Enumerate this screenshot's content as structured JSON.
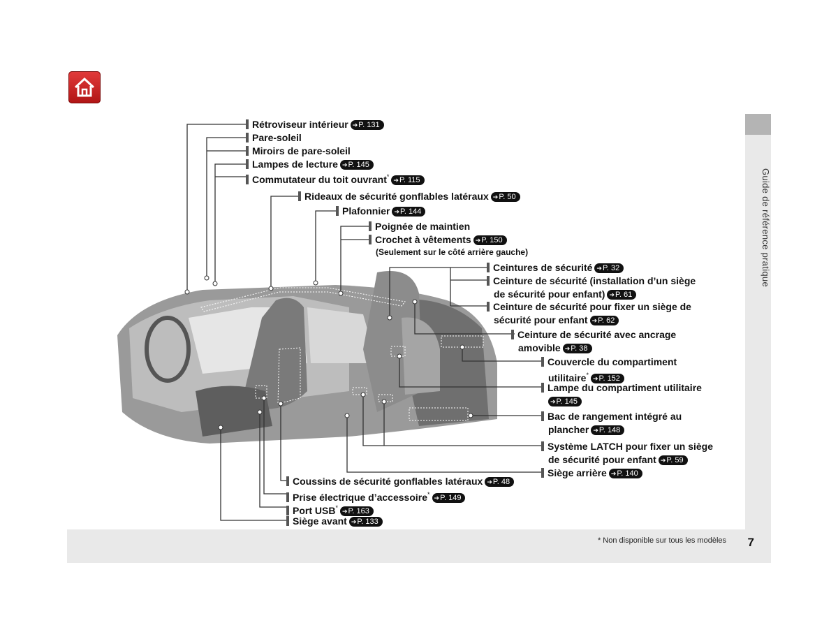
{
  "side_label": "Guide de référence pratique",
  "footnote": "* Non disponible sur tous les modèles",
  "page_number": "7",
  "arrow": "➔",
  "star": "*",
  "labels": {
    "retroviseur": {
      "text": "Rétroviseur intérieur",
      "ref": "P. 131"
    },
    "pare_soleil": {
      "text": "Pare-soleil"
    },
    "miroirs": {
      "text": "Miroirs de pare-soleil"
    },
    "lampes_lecture": {
      "text": "Lampes de lecture",
      "ref": "P. 145"
    },
    "toit_ouvrant": {
      "text": "Commutateur du toit ouvrant",
      "ref": "P. 115"
    },
    "rideaux": {
      "text": "Rideaux de sécurité gonflables latéraux",
      "ref": "P. 50"
    },
    "plafonnier": {
      "text": "Plafonnier",
      "ref": "P. 144"
    },
    "poignee": {
      "text": "Poignée de maintien"
    },
    "crochet": {
      "text": "Crochet à vêtements",
      "ref": "P. 150",
      "note": "(Seulement sur le côté arrière gauche)"
    },
    "ceintures": {
      "text": "Ceintures de sécurité",
      "ref": "P. 32"
    },
    "ceinture_install": {
      "line1": "Ceinture de sécurité (installation d’un siège",
      "line2": "de sécurité pour enfant)",
      "ref": "P. 61"
    },
    "ceinture_fixer": {
      "line1": "Ceinture de sécurité pour fixer un siège de",
      "line2": "sécurité pour enfant",
      "ref": "P. 62"
    },
    "ceinture_ancrage": {
      "line1": "Ceinture de sécurité avec ancrage",
      "line2": "amovible",
      "ref": "P. 38"
    },
    "couvercle": {
      "line1": "Couvercle du compartiment",
      "line2": "utilitaire",
      "ref": "P. 152"
    },
    "lampe_comp": {
      "line1": "Lampe du compartiment utilitaire",
      "ref": "P. 145"
    },
    "bac": {
      "line1": "Bac de rangement intégré au",
      "line2": "plancher",
      "ref": "P. 148"
    },
    "latch": {
      "line1": "Système LATCH pour fixer un siège",
      "line2": "de sécurité pour enfant",
      "ref": "P. 59"
    },
    "siege_arriere": {
      "text": "Siège arrière",
      "ref": "P. 140"
    },
    "coussins": {
      "text": "Coussins de sécurité gonflables latéraux",
      "ref": "P. 48"
    },
    "prise": {
      "text": "Prise électrique d’accessoire",
      "ref": "P. 149"
    },
    "usb": {
      "text": "Port USB",
      "ref": "P. 163"
    },
    "siege_avant": {
      "text": "Siège avant",
      "ref": "P. 133"
    }
  }
}
